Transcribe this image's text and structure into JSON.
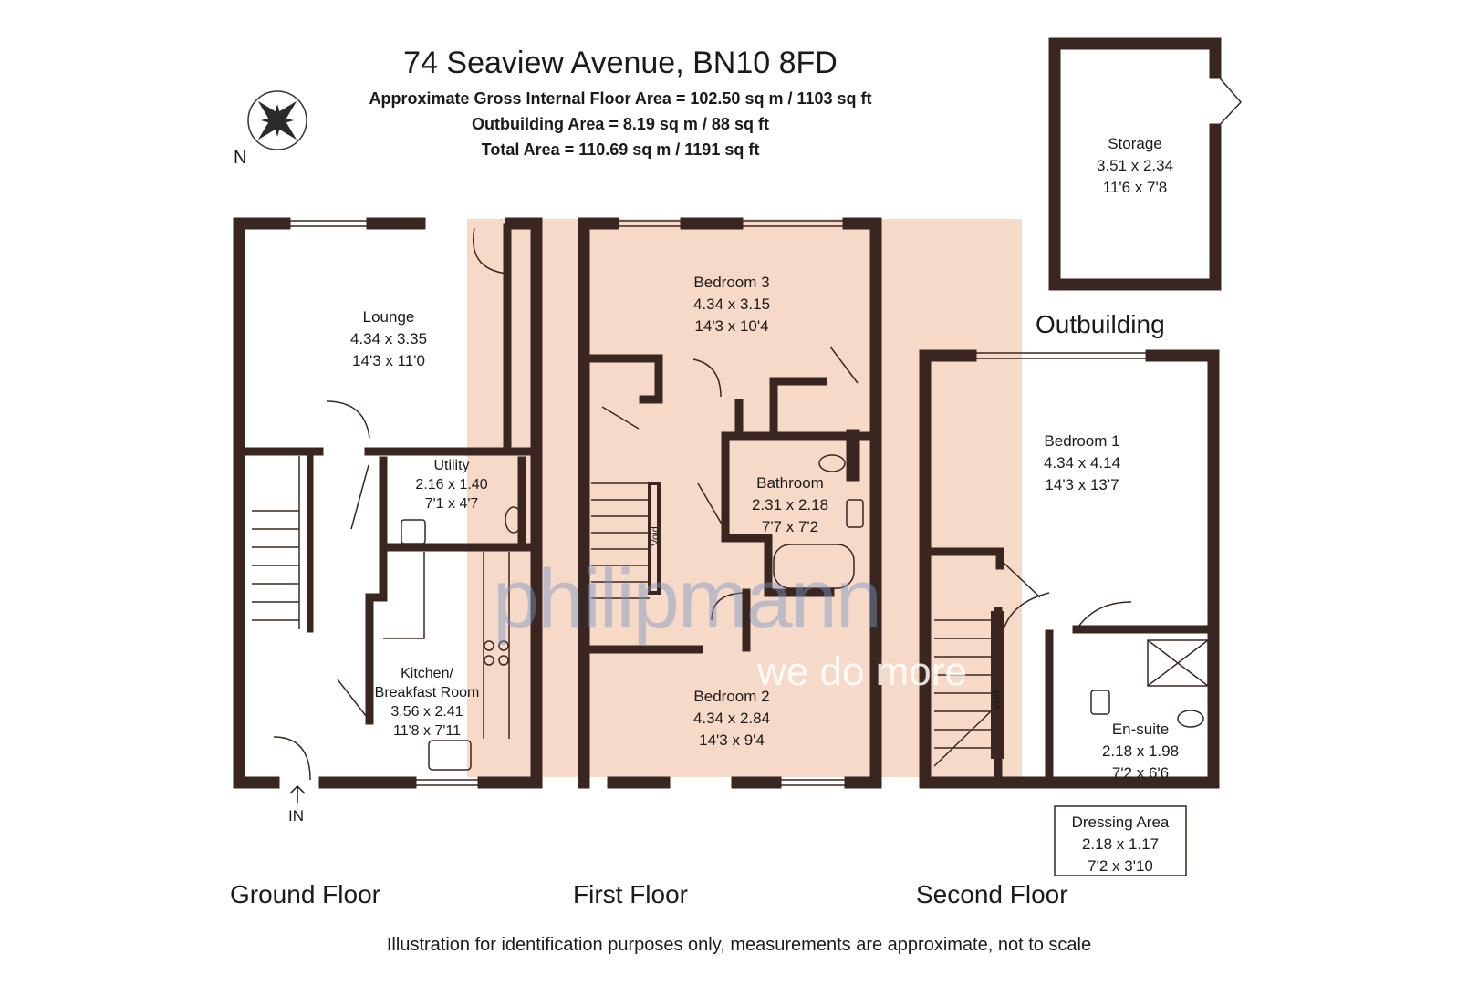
{
  "header": {
    "address": "74 Seaview Avenue, BN10 8FD",
    "gross_area": "Approximate Gross Internal Floor Area = 102.50 sq m / 1103 sq ft",
    "outbuilding_area": "Outbuilding Area = 8.19 sq m / 88 sq ft",
    "total_area": "Total Area = 110.69 sq m / 1191 sq ft"
  },
  "compass": {
    "label": "N"
  },
  "entrance": {
    "label": "IN"
  },
  "floors": {
    "ground": "Ground Floor",
    "first": "First Floor",
    "second": "Second Floor",
    "outbuilding": "Outbuilding"
  },
  "rooms": {
    "lounge": {
      "name": "Lounge",
      "metric": "4.34 x 3.35",
      "imperial": "14'3 x 11'0"
    },
    "utility": {
      "name": "Utility",
      "metric": "2.16 x 1.40",
      "imperial": "7'1 x 4'7"
    },
    "kitchen": {
      "name": "Kitchen/",
      "name2": "Breakfast Room",
      "metric": "3.56 x 2.41",
      "imperial": "11'8 x 7'11"
    },
    "bedroom3": {
      "name": "Bedroom 3",
      "metric": "4.34 x 3.15",
      "imperial": "14'3 x 10'4"
    },
    "bathroom": {
      "name": "Bathroom",
      "metric": "2.31 x 2.18",
      "imperial": "7'7 x 7'2"
    },
    "bedroom2": {
      "name": "Bedroom 2",
      "metric": "4.34 x 2.84",
      "imperial": "14'3 x 9'4"
    },
    "bedroom1": {
      "name": "Bedroom 1",
      "metric": "4.34 x 4.14",
      "imperial": "14'3 x 13'7"
    },
    "ensuite": {
      "name": "En-suite",
      "metric": "2.18 x 1.98",
      "imperial": "7'2 x 6'6"
    },
    "dressing": {
      "name": "Dressing Area",
      "metric": "2.18 x 1.17",
      "imperial": "7'2 x 3'10"
    },
    "storage": {
      "name": "Storage",
      "metric": "3.51 x 2.34",
      "imperial": "11'6 x 7'8"
    }
  },
  "void_label": "Void",
  "watermark": {
    "brand": "philipmann",
    "tagline": "we do more"
  },
  "disclaimer": "Illustration for identification purposes only, measurements are approximate, not to scale",
  "colors": {
    "wall": "#3a2620",
    "highlight": "#f7d9c7",
    "text": "#1a1a1a"
  }
}
